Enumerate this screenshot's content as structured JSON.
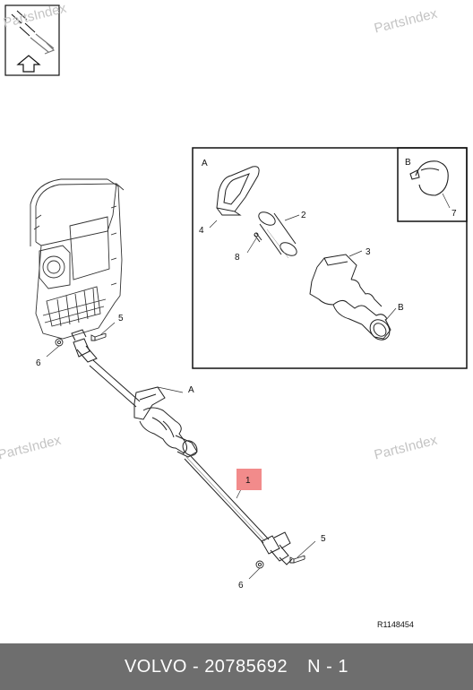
{
  "watermark": "PartsIndex",
  "reference": "R1148454",
  "footer": {
    "brand": "VOLVO",
    "part_number": "20785692",
    "position": "N - 1",
    "separator": " - "
  },
  "callouts": {
    "main_shaft": "1",
    "screw_top": "5",
    "nut_top": "6",
    "detail_a_ref": "A",
    "screw_bottom": "5",
    "nut_bottom": "6"
  },
  "detail_a": {
    "title": "A",
    "item_2": "2",
    "item_3": "3",
    "item_4": "4",
    "item_8": "8",
    "ref_b": "B"
  },
  "detail_b": {
    "title": "B",
    "item_7": "7"
  },
  "colors": {
    "footer_bg": "#6e6e6e",
    "highlight": "#f28b8b",
    "watermark": "#c4c4c4"
  }
}
